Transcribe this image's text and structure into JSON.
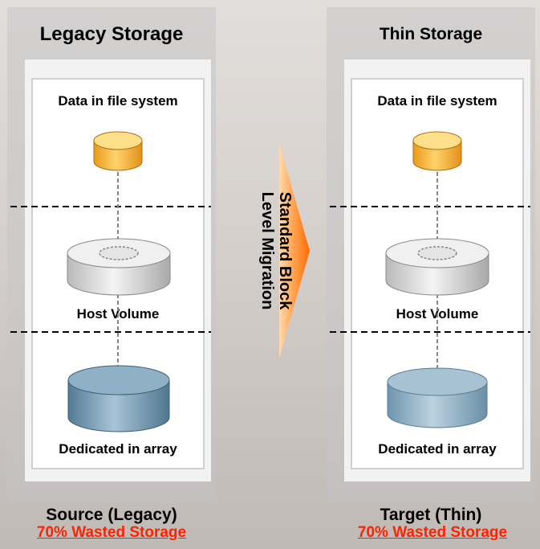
{
  "left_panel": {
    "title": "Legacy Storage",
    "top_label": "Data in file system",
    "middle_label": "Host Volume",
    "bottom_label": "Dedicated in array",
    "caption": "Source (Legacy)",
    "subcaption": "70% Wasted Storage"
  },
  "right_panel": {
    "title": "Thin Storage",
    "top_label": "Data in file system",
    "middle_label": "Host Volume",
    "bottom_label": "Dedicated in array",
    "caption": "Target (Thin)",
    "subcaption": "70% Wasted Storage"
  },
  "migration": {
    "label": "Standard Block\nLevel Migration"
  },
  "colors": {
    "accent_red": "#ff2200",
    "arrow_orange": "#ff7a1a",
    "data_cylinder": "#f5b133",
    "array_cylinder": "#6f95ae"
  }
}
